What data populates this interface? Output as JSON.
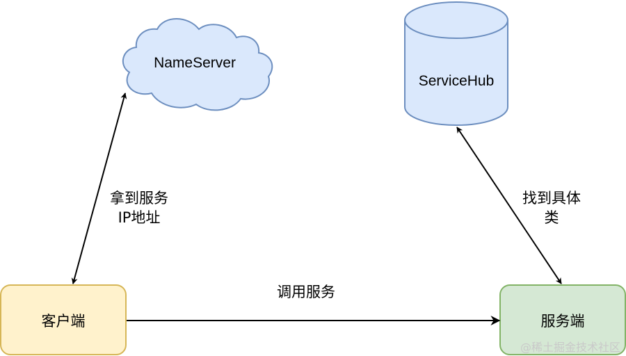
{
  "nodes": {
    "nameserver": {
      "label": "NameServer",
      "fill": "#dae8fc",
      "stroke": "#6c8ebf"
    },
    "servicehub": {
      "label": "ServiceHub",
      "fill": "#dae8fc",
      "stroke": "#6c8ebf"
    },
    "client": {
      "label": "客户端",
      "fill": "#fff2cc",
      "stroke": "#d6b656"
    },
    "server": {
      "label": "服务端",
      "fill": "#d5e8d4",
      "stroke": "#82b366"
    }
  },
  "edges": {
    "client_nameserver": {
      "label_line1": "拿到服务",
      "label_line2": "IP地址"
    },
    "server_servicehub": {
      "label_line1": "找到具体",
      "label_line2": "类"
    },
    "client_server": {
      "label": "调用服务"
    }
  },
  "watermark": "@稀土掘金技术社区"
}
